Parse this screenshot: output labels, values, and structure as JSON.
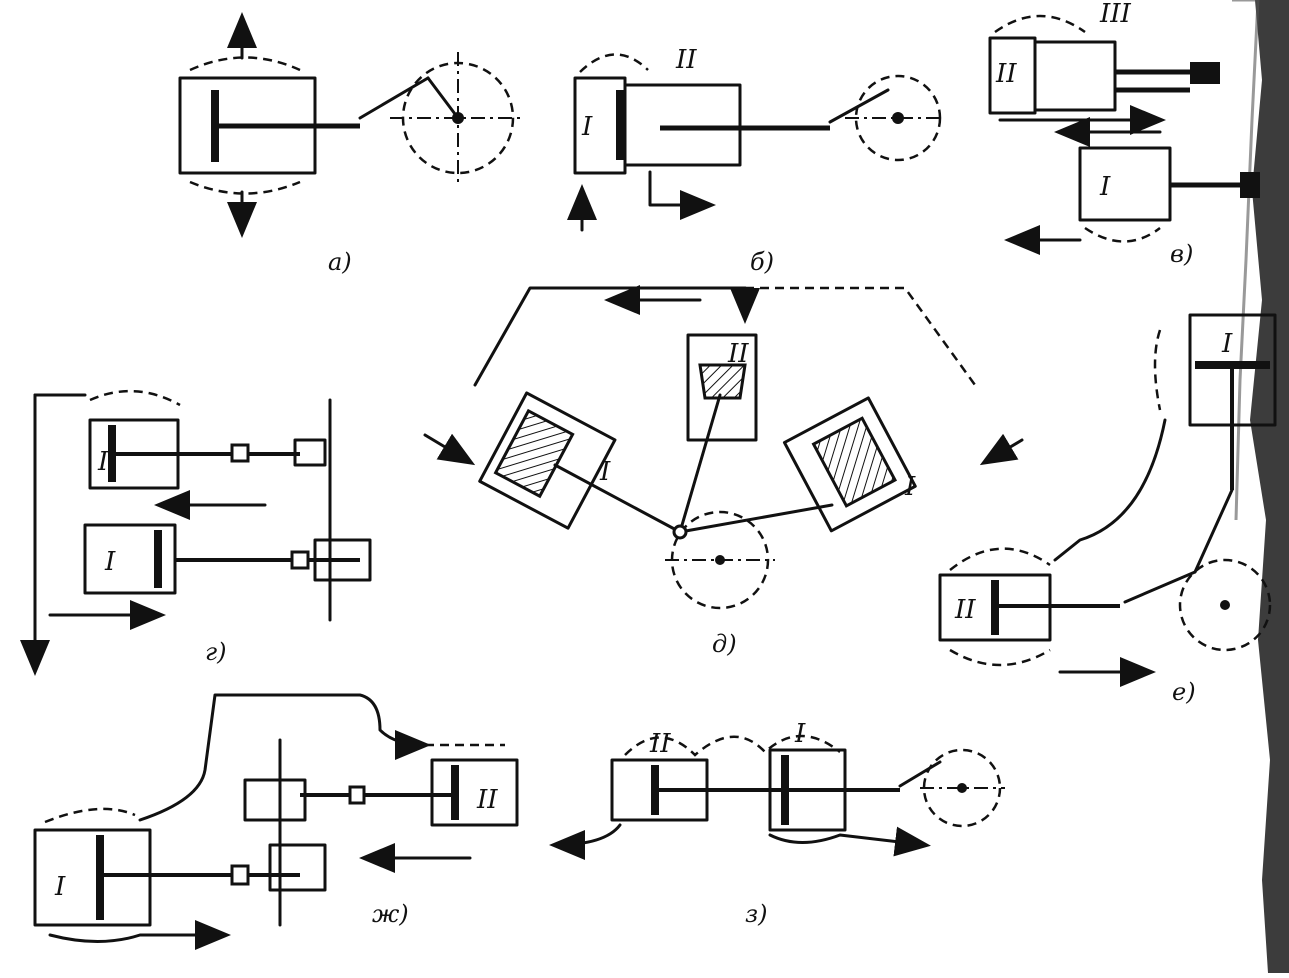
{
  "colors": {
    "ink": "#111111",
    "paper": "#ffffff",
    "scan_edge": "#1a1a1a"
  },
  "schemes": [
    {
      "id": "a",
      "label": "а)",
      "cylinders": []
    },
    {
      "id": "b",
      "label": "б)",
      "cylinders": [
        "I",
        "II"
      ]
    },
    {
      "id": "v",
      "label": "в)",
      "cylinders": [
        "II",
        "III",
        "I"
      ]
    },
    {
      "id": "g",
      "label": "г)",
      "cylinders": [
        "I",
        "I"
      ]
    },
    {
      "id": "d",
      "label": "д)",
      "cylinders": [
        "II",
        "I",
        "I"
      ]
    },
    {
      "id": "e",
      "label": "е)",
      "cylinders": [
        "I",
        "II"
      ]
    },
    {
      "id": "zh",
      "label": "ж)",
      "cylinders": [
        "II",
        "I"
      ]
    },
    {
      "id": "z",
      "label": "з)",
      "cylinders": [
        "II",
        "I"
      ]
    }
  ]
}
